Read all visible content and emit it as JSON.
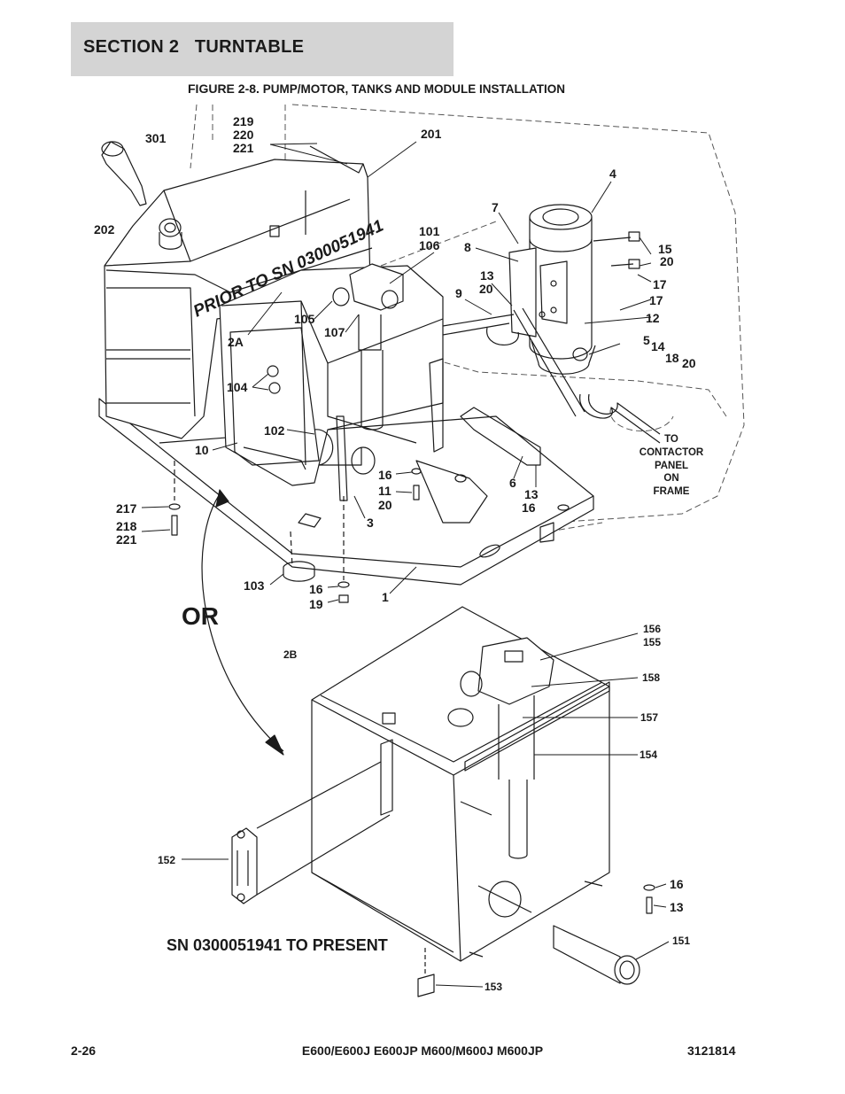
{
  "header": {
    "section_label": "SECTION 2   TURNTABLE",
    "figure_number": "FIGURE 2-8.",
    "figure_title": "PUMP/MOTOR, TANKS AND MODULE INSTALLATION"
  },
  "diagram": {
    "tank_stamp": "PRIOR TO SN 0300051941",
    "or_label": "OR",
    "present_label": "SN 0300051941 TO PRESENT",
    "contactor_note": [
      "TO",
      "CONTACTOR",
      "PANEL",
      "ON",
      "FRAME"
    ],
    "upper_callouts": {
      "c301": "301",
      "c219": "219",
      "c220": "220",
      "c221a": "221",
      "c201": "201",
      "c202": "202",
      "c4": "4",
      "c7": "7",
      "c8": "8",
      "c101": "101",
      "c106": "106",
      "c15": "15",
      "c20a": "20",
      "c13a": "13",
      "c20b": "20",
      "c17a": "17",
      "c17b": "17",
      "c9": "9",
      "c12": "12",
      "c105": "105",
      "c107": "107",
      "c2a": "2A",
      "c5": "5",
      "c14": "14",
      "c18": "18",
      "c20c": "20",
      "c104": "104",
      "c102": "102",
      "c10": "10",
      "c16a": "16",
      "c11": "11",
      "c20d": "20",
      "c6": "6",
      "c13b": "13",
      "c16b": "16",
      "c217": "217",
      "c218": "218",
      "c221b": "221",
      "c3": "3",
      "c103": "103",
      "c16c": "16",
      "c19": "19",
      "c1": "1"
    },
    "lower_callouts": {
      "c2b": "2B",
      "c156": "156",
      "c155": "155",
      "c158": "158",
      "c157": "157",
      "c154": "154",
      "c152": "152",
      "c16": "16",
      "c13": "13",
      "c151": "151",
      "c153": "153"
    }
  },
  "footer": {
    "page_number": "2-26",
    "models": "E600/E600J E600JP M600/M600J M600JP",
    "doc_number": "3121814"
  }
}
